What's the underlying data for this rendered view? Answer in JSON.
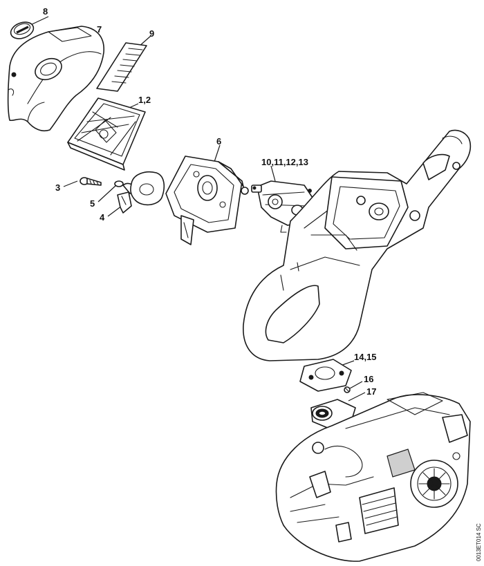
{
  "callouts": {
    "c8": "8",
    "c7": "7",
    "c9": "9",
    "c12": "1,2",
    "c3": "3",
    "c5": "5",
    "c4": "4",
    "c6": "6",
    "c10": "10,11,12,13",
    "c1415": "14,15",
    "c16": "16",
    "c17": "17"
  },
  "drawing_code": "0013ET014 SC"
}
